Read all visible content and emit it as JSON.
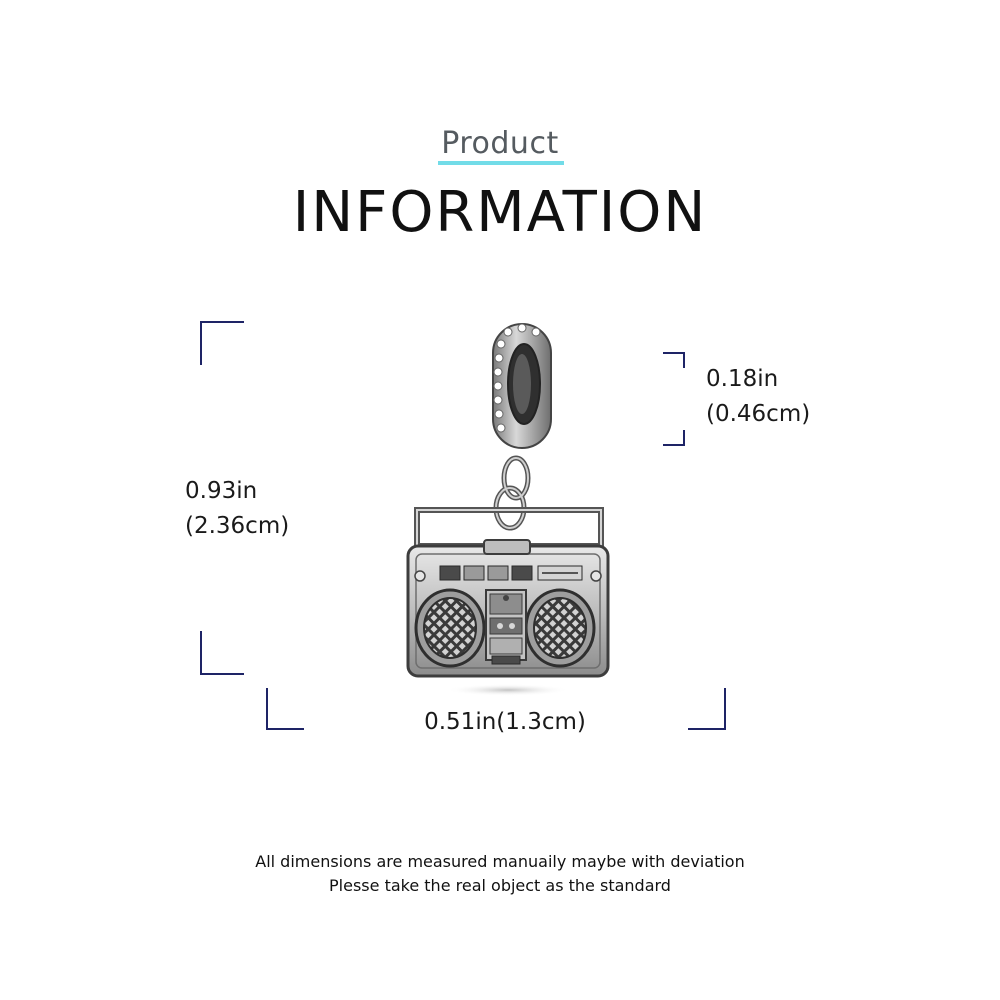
{
  "header": {
    "subtitle": "Product",
    "title": "INFORMATION"
  },
  "dimensions": {
    "height_in": "0.93in",
    "height_cm": "(2.36cm)",
    "bail_in": "0.18in",
    "bail_cm": "(0.46cm)",
    "width": "0.51in(1.3cm)"
  },
  "product": {
    "image": "boombox-charm-pendant-icon"
  },
  "footnote": {
    "line1": "All dimensions are measured manuaily maybe with deviation",
    "line2": "Plesse take the real object as the standard"
  },
  "colors": {
    "accent_underline": "#72dce8",
    "bracket": "#1e2466",
    "silver": "#c7c7c7"
  }
}
